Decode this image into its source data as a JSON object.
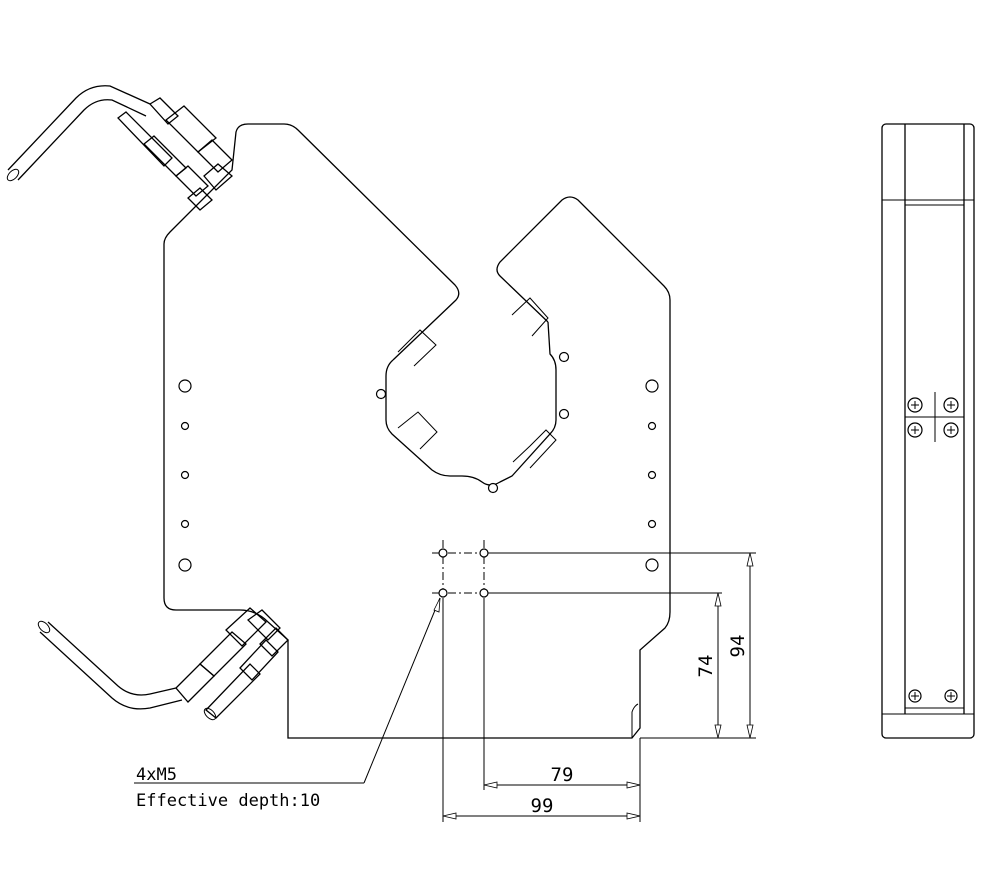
{
  "annotations": {
    "holes_label": "4xM5",
    "depth_label": "Effective depth:10"
  },
  "dimensions": {
    "vertical_inner": "74",
    "vertical_outer": "94",
    "horizontal_inner": "79",
    "horizontal_outer": "99"
  },
  "colors": {
    "line": "#000000",
    "background": "#ffffff"
  }
}
